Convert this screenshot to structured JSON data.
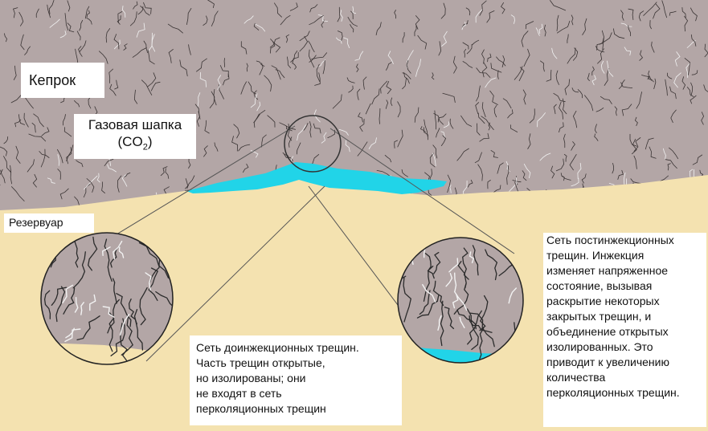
{
  "labels": {
    "caprock": "Кепрок",
    "gas_cap_line1": "Газовая шапка",
    "gas_cap_formula_pre": "(CO",
    "gas_cap_formula_sub": "2",
    "gas_cap_formula_post": ")",
    "reservoir": "Резервуар"
  },
  "pre_injection_text": [
    "Сеть доинжекционных трещин.",
    "Часть трещин открытые,",
    "но изолированы; они",
    "не входят в сеть",
    "перколяционных трещин"
  ],
  "post_injection_text": [
    "Сеть постинжекционных",
    "трещин. Инжекция",
    "изменяет напряженное",
    "состояние, вызывая",
    "раскрытие некоторых",
    "закрытых трещин, и",
    "объединение открытых",
    "изолированных. Это",
    "приводит к увеличению",
    "количества",
    "перколяционных трещин."
  ],
  "colors": {
    "caprock": "#b3a6a6",
    "reservoir": "#f4e2b0",
    "co2": "#21d4e8",
    "crack_dark": "#2b2b2b",
    "crack_light": "#f2f2f2"
  }
}
